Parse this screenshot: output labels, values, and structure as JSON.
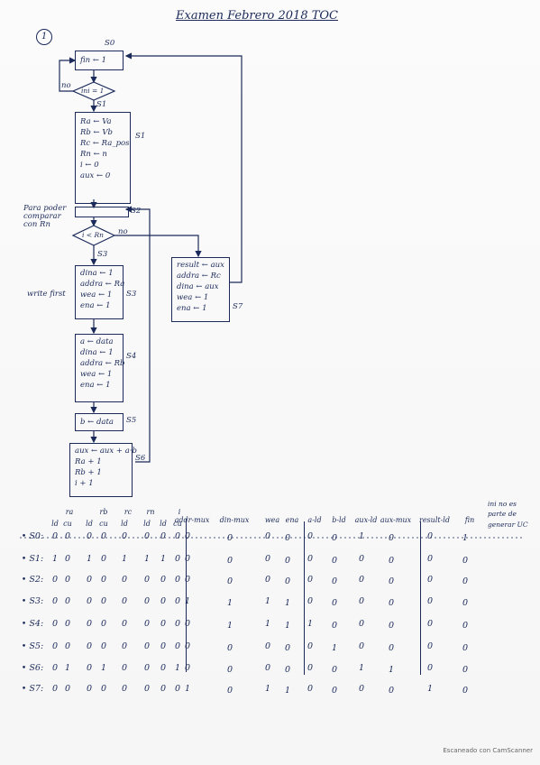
{
  "title": "Examen Febrero 2018 TOC",
  "problem_number": "1",
  "flow": {
    "labels": {
      "s0": "S0",
      "no_arrow": "no",
      "s1_arrow": "S1",
      "s1": "S1",
      "s2": "S2",
      "s3": "S3",
      "s4": "S4",
      "s5": "S5",
      "s6": "S6",
      "s7": "S7",
      "s3_arrow": "S3",
      "no2_arrow": "no",
      "note_left": "Para poder comparar con Rn",
      "write_first": "write first"
    },
    "s0_box": "fin ← 1",
    "decision1": "ini = 1",
    "s1_box": [
      "Ra ← Va",
      "Rb ← Vb",
      "Rc ← Ra_pos",
      "Rn ← n",
      "i ← 0",
      "aux ← 0"
    ],
    "decision2": "i < Rn",
    "s3_box": [
      "dina ← 1",
      "addra ← Ra",
      "wea ← 1",
      "ena ← 1"
    ],
    "s4_box": [
      "a ← data",
      "dina ← 1",
      "addra ← Rb",
      "wea ← 1",
      "ena ← 1"
    ],
    "s5_box": "b ← data",
    "s6_box": [
      "aux ← aux + a·b",
      "Ra + 1",
      "Rb + 1",
      "i + 1"
    ],
    "s7_box": [
      "result ← aux",
      "addra ← Rc",
      "dina ← aux",
      "wea ← 1",
      "ena ← 1"
    ]
  },
  "table": {
    "groups": [
      "ra",
      "rb",
      "rc",
      "rn",
      "i"
    ],
    "subheaders": [
      "ld",
      "cu",
      "ld",
      "cu",
      "ld",
      "ld",
      "ld",
      "cu"
    ],
    "columns": [
      "addr-mux",
      "din-mux",
      "wea",
      "ena",
      "a-ld",
      "b-ld",
      "aux-ld",
      "aux-mux",
      "result-ld",
      "fin"
    ],
    "side_note": "ini no es parte de generar UC",
    "rows": [
      {
        "state": "S0",
        "bits": [
          "0",
          "0",
          "0",
          "0",
          "0",
          "0",
          "0",
          "0"
        ],
        "cols": [
          "0",
          "0",
          "0",
          "0",
          "0",
          "0",
          "1",
          "0",
          "0",
          "1"
        ]
      },
      {
        "state": "S1",
        "bits": [
          "1",
          "0",
          "1",
          "0",
          "1",
          "1",
          "1",
          "0"
        ],
        "cols": [
          "0",
          "0",
          "0",
          "0",
          "0",
          "0",
          "0",
          "0",
          "0",
          "0"
        ]
      },
      {
        "state": "S2",
        "bits": [
          "0",
          "0",
          "0",
          "0",
          "0",
          "0",
          "0",
          "0"
        ],
        "cols": [
          "0",
          "0",
          "0",
          "0",
          "0",
          "0",
          "0",
          "0",
          "0",
          "0"
        ]
      },
      {
        "state": "S3",
        "bits": [
          "0",
          "0",
          "0",
          "0",
          "0",
          "0",
          "0",
          "0"
        ],
        "cols": [
          "1",
          "1",
          "1",
          "1",
          "0",
          "0",
          "0",
          "0",
          "0",
          "0"
        ]
      },
      {
        "state": "S4",
        "bits": [
          "0",
          "0",
          "0",
          "0",
          "0",
          "0",
          "0",
          "0"
        ],
        "cols": [
          "0",
          "1",
          "1",
          "1",
          "1",
          "0",
          "0",
          "0",
          "0",
          "0"
        ]
      },
      {
        "state": "S5",
        "bits": [
          "0",
          "0",
          "0",
          "0",
          "0",
          "0",
          "0",
          "0"
        ],
        "cols": [
          "0",
          "0",
          "0",
          "0",
          "0",
          "1",
          "0",
          "0",
          "0",
          "0"
        ]
      },
      {
        "state": "S6",
        "bits": [
          "0",
          "1",
          "0",
          "1",
          "0",
          "0",
          "0",
          "1"
        ],
        "cols": [
          "0",
          "0",
          "0",
          "0",
          "0",
          "0",
          "1",
          "1",
          "0",
          "0"
        ]
      },
      {
        "state": "S7",
        "bits": [
          "0",
          "0",
          "0",
          "0",
          "0",
          "0",
          "0",
          "0"
        ],
        "cols": [
          "1",
          "0",
          "1",
          "1",
          "0",
          "0",
          "0",
          "0",
          "1",
          "0"
        ]
      }
    ]
  },
  "footer": "Escaneado con CamScanner"
}
